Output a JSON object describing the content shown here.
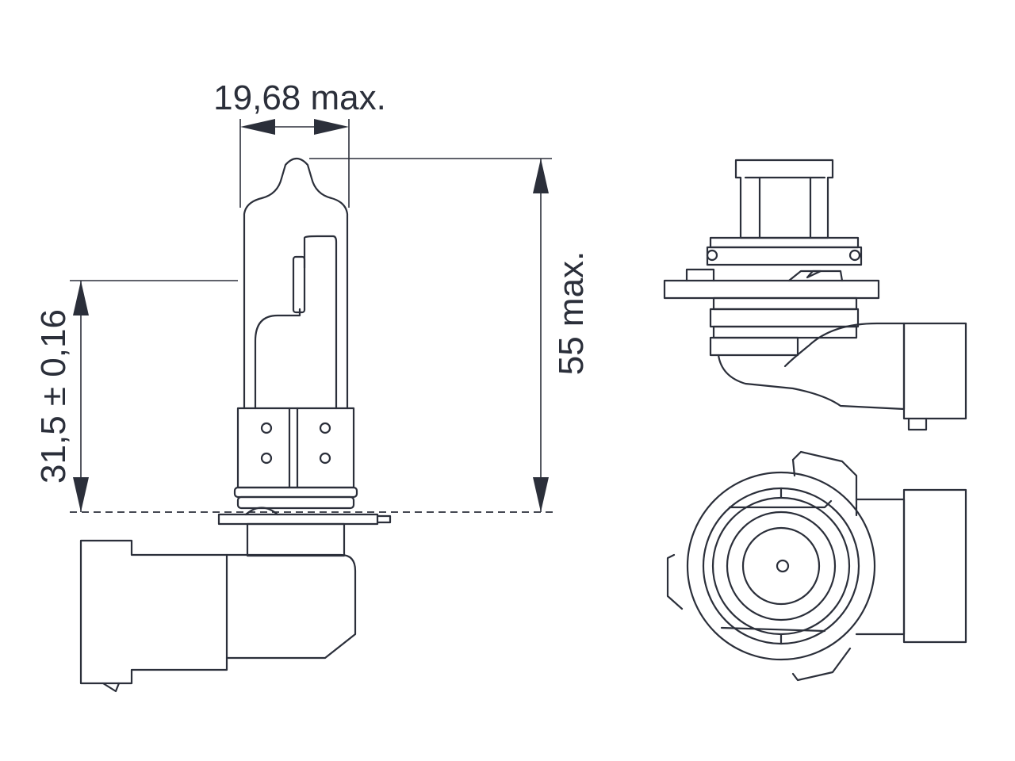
{
  "dimensions": {
    "bulb_width": "19,68 max.",
    "bulb_height": "55 max.",
    "light_center": "31,5 ± 0,16"
  },
  "colors": {
    "line": "#2b2f3a",
    "background": "#ffffff"
  }
}
